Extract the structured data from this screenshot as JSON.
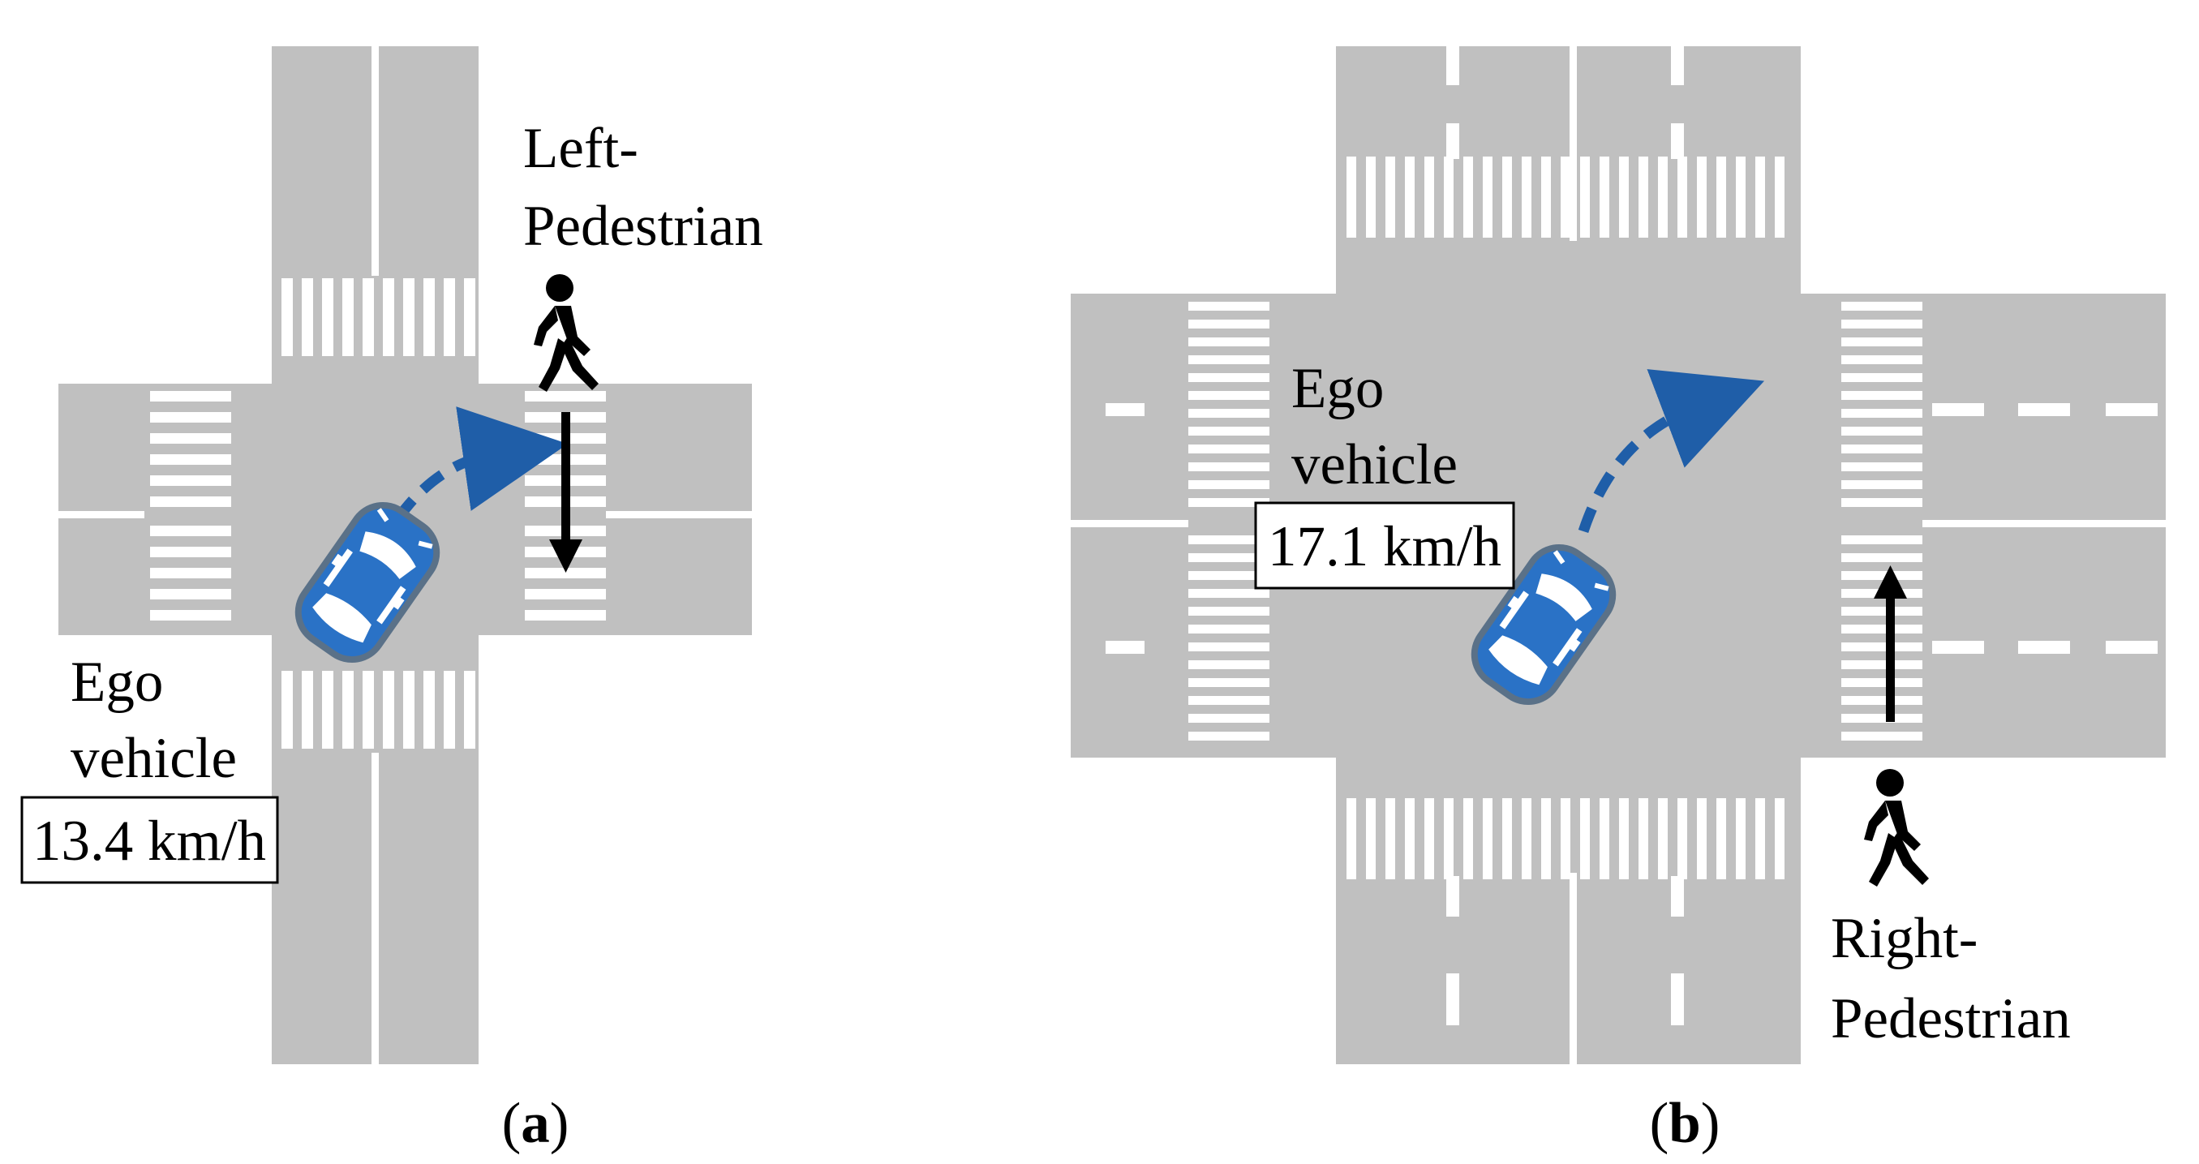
{
  "colors": {
    "road": "#c0c0c0",
    "marking": "#ffffff",
    "vehicle": "#2a72c6",
    "vehicle_border": "#5a7188",
    "trajectory": "#1f5ea8",
    "pedestrian": "#000000",
    "arrow": "#000000"
  },
  "panel_a": {
    "caption": {
      "open": "(",
      "letter": "a",
      "close": ")"
    },
    "pedestrian_label": {
      "line1": "Left-",
      "line2": "Pedestrian"
    },
    "ego_label": {
      "line1": "Ego",
      "line2": "vehicle"
    },
    "speed": "13.4 km/h",
    "pedestrian_icon": "walking-person-icon",
    "vehicle_icon": "car-top-view-icon",
    "pedestrian_direction": "down"
  },
  "panel_b": {
    "caption": {
      "open": "(",
      "letter": "b",
      "close": ")"
    },
    "pedestrian_label": {
      "line1": "Right-",
      "line2": "Pedestrian"
    },
    "ego_label": {
      "line1": "Ego",
      "line2": "vehicle"
    },
    "speed": "17.1 km/h",
    "pedestrian_icon": "walking-person-icon",
    "vehicle_icon": "car-top-view-icon",
    "pedestrian_direction": "up"
  }
}
